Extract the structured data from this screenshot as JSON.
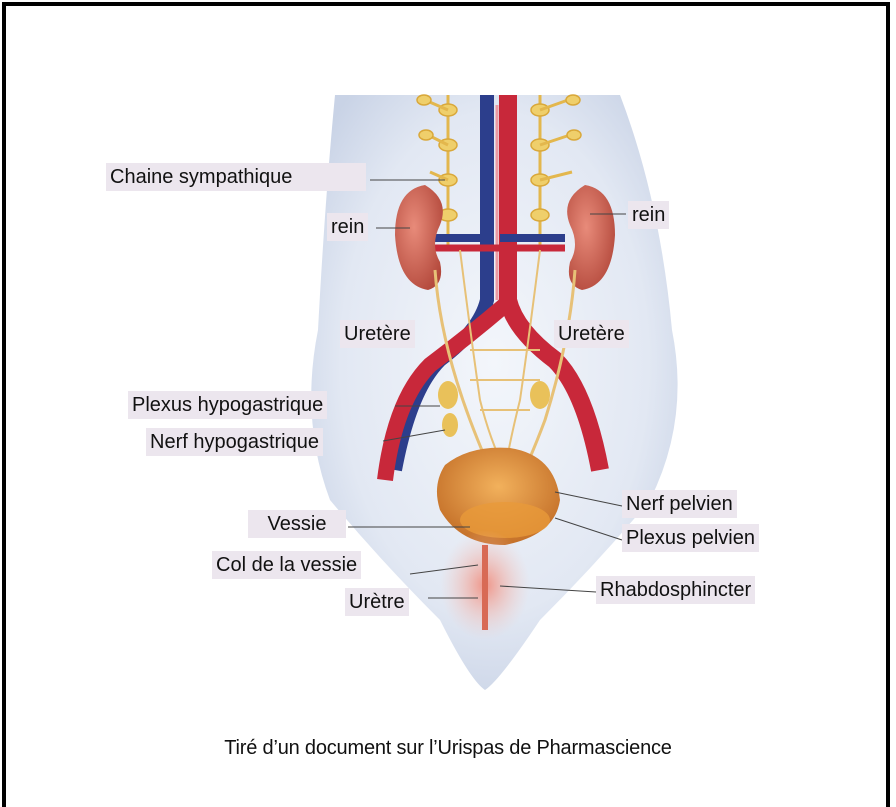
{
  "labels": {
    "sympathetic_chain": "Chaine sympathique",
    "kidney_left": "rein",
    "kidney_right": "rein",
    "ureter_left": "Uretère",
    "ureter_right": "Uretère",
    "hypogastric_plexus": "Plexus hypogastrique",
    "hypogastric_nerve": "Nerf hypogastrique",
    "pelvic_nerve": "Nerf pelvien",
    "bladder": "Vessie",
    "pelvic_plexus": "Plexus pelvien",
    "bladder_neck": "Col de la vessie",
    "rhabdosphincter": "Rhabdosphincter",
    "urethra": "Urètre"
  },
  "caption": "Tiré d’un document sur l’Urispas de Pharmascience",
  "colors": {
    "label_background": "#ece6ee",
    "body_silhouette": "#dfe6f2",
    "kidney": "#c85a4a",
    "artery": "#c8283a",
    "vein": "#2c3e8c",
    "nerve": "#e9c15a",
    "bladder": "#d9892f"
  }
}
